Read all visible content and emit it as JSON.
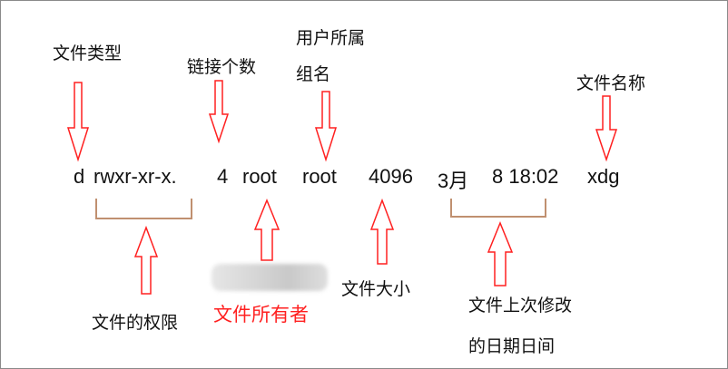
{
  "line": {
    "type": "d",
    "permissions": "rwxr-xr-x.",
    "links": "4",
    "owner": "root",
    "group": "root",
    "size": "4096",
    "month": "3月",
    "day_time": "8 18:02",
    "name": "xdg"
  },
  "labels": {
    "file_type": "文件类型",
    "link_count": "链接个数",
    "group_line1": "用户所属",
    "group_line2": "组名",
    "file_name": "文件名称",
    "permissions": "文件的权限",
    "owner": "文件所有者",
    "size": "文件大小",
    "modified_line1": "文件上次修改",
    "modified_line2": "的日期日间"
  },
  "colors": {
    "arrow": "#ff2020",
    "bracket": "#c09070",
    "owner_label": "#ff2020"
  }
}
